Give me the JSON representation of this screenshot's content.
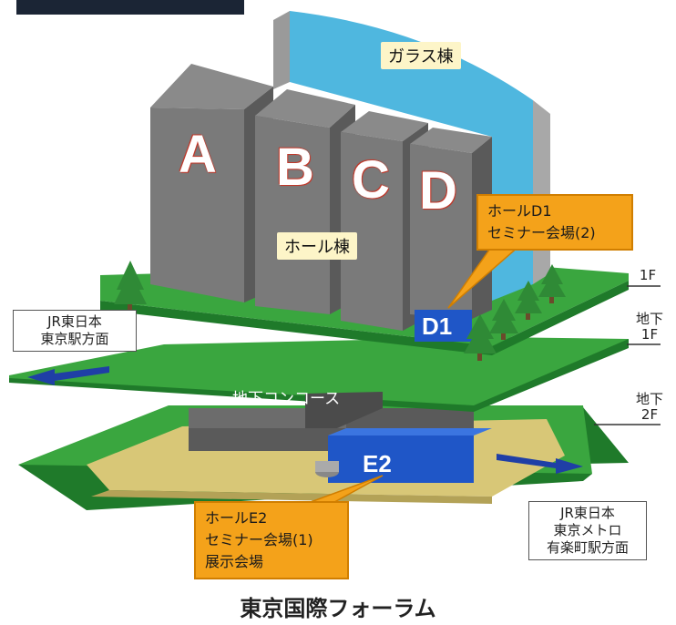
{
  "building": {
    "glass_label": "ガラス棟",
    "hall_label": "ホール棟",
    "towers": [
      "A",
      "B",
      "C",
      "D"
    ]
  },
  "floors": {
    "f1": "1F",
    "b1_line1": "地下",
    "b1_line2": "1F",
    "b2_line1": "地下",
    "b2_line2": "2F"
  },
  "halls": {
    "d1": "D1",
    "e2": "E2"
  },
  "concourse_label": "地下コンコース",
  "callouts": {
    "d1": {
      "line1": "ホールD1",
      "line2": "セミナー会場(2)"
    },
    "e2": {
      "line1": "ホールE2",
      "line2": "セミナー会場(1)",
      "line3": "展示会場"
    }
  },
  "directions": {
    "jr_left": {
      "line1": "JR東日本",
      "line2": "東京駅方面"
    },
    "right": {
      "line1": "JR東日本",
      "line2": "東京メトロ",
      "line3": "有楽町駅方面"
    }
  },
  "title": "東京国際フォーラム",
  "colors": {
    "green": "#3aa63f",
    "green_dark": "#1f7a2a",
    "tan": "#d8c777",
    "glass": "#4fb7df",
    "tower": "#7a7a7a",
    "hall_blue": "#1f56c7",
    "callout": "#f4a21a"
  }
}
